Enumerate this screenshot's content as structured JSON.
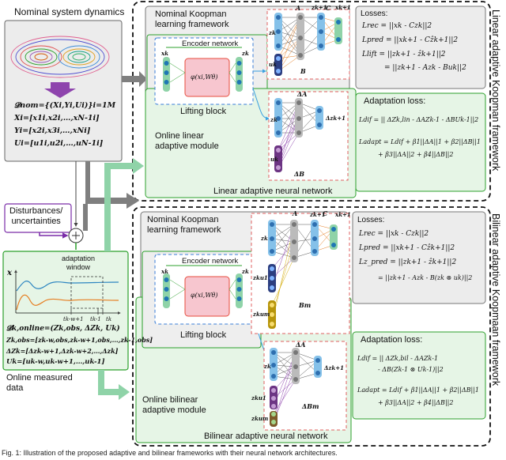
{
  "nominal": {
    "title": "Nominal system dynamics",
    "eq_D": "𝓓nom={(Xi,Yi,Ui)}i=1M",
    "eq_X": "Xi=[x1i,x2i,…,xN-1i]",
    "eq_Y": "Yi=[x2i,x3i,…,xNi]",
    "eq_U": "Ui=[u1i,u2i,…,uN-1i]"
  },
  "disturbances": "Disturbances/\nuncertainties",
  "online": {
    "adaptation_window": "adaptation\nwindow",
    "x_axis": "x",
    "t1": "tk-w+1",
    "t2": "tk-1",
    "t3": "tk",
    "eq_D": "𝓓k,online=(Zk,obs, ΔZk, Uk)",
    "eq_Z": "Zk,obs=[zk-w,obs,zk-w+1,obs,…,zk-1,obs]",
    "eq_dZ": "ΔZk=[Δzk-w+1,Δzk-w+2,…,Δzk]",
    "eq_U": "Uk=[uk-w,uk-w+1,…,uk-1]",
    "caption": "Online measured\ndata"
  },
  "linear": {
    "side_title": "Linear adaptive Koopman framework",
    "nominal_label": "Nominal Koopman\nlearning framework",
    "encoder": "Encoder network",
    "phi": "φ(xi,Wθ)",
    "lifting": "Lifting block",
    "online_module": "Online linear\nadaptive module",
    "adaptive_nn": "Linear adaptive neural network",
    "losses_title": "Losses:",
    "L_rec": "Lrec = ||xk - Czk||2",
    "L_pred": "Lpred = ||xk+1 - Cẑk+1||2",
    "L_lift1": "Llift = ||zk+1 - ẑk+1||2",
    "L_lift2": "= ||zk+1 - Azk - Buk||2",
    "adapt_title": "Adaptation loss:",
    "L_dif": "Ldif = || ΔZk,lin - ΔAZk-1 - ΔBUk-1||2",
    "L_adapt1": "Ladapt = Ldif + β1||ΔA||1 + β2||ΔB||1",
    "L_adapt2": "+ β3||ΔA||2 + β4||ΔB||2",
    "net_A": "A",
    "net_C": "C",
    "net_B": "B",
    "net_dA": "ΔA",
    "net_dB": "ΔB",
    "net_dz": "Δzk+1",
    "node_zk": "zk",
    "node_uk": "uk",
    "node_xk": "xk",
    "node_zk1": "zk+1",
    "node_xk1": "xk+1"
  },
  "bilinear": {
    "side_title": "Bilinear adaptive Koopmaan framework",
    "nominal_label": "Nominal Koopman\nlearning framework",
    "encoder": "Encoder network",
    "phi": "φ(xi,Wθ)",
    "lifting": "Lifting block",
    "online_module": "Online bilinear\nadaptive module",
    "adaptive_nn": "Bilinear adaptive neural network",
    "losses_title": "Losses:",
    "L_rec": "Lrec = ||xk - Czk||2",
    "L_pred": "Lpred = ||xk+1 - Cẑk+1||2",
    "L_lift1": "Lz_pred = ||zk+1 - ẑk+1||2",
    "L_lift2": "= ||zk+1 - Azk - B(zk ⊗ uk)||2",
    "adapt_title": "Adaptation loss:",
    "L_dif1": "Ldif = || ΔZk,bil - ΔAZk-1",
    "L_dif2": "- ΔB(Zk-1 ⊗ Uk-1)||2",
    "L_adapt1": "Ladapt = Ldif + β1||ΔA||1 + β2||ΔB||1",
    "L_adapt2": "+ β3||ΔA||2 + β4||ΔB||2",
    "net_A": "A",
    "net_C": "C",
    "net_Bm": "Bm",
    "net_dA": "ΔA",
    "net_dBm": "ΔBm",
    "net_dz": "Δzk+1",
    "node_zk": "zk",
    "node_zu1": "zku1",
    "node_zum": "zkum",
    "node_xk": "xk",
    "node_zk1": "zk+1",
    "node_xk1": "xk+1"
  },
  "caption": "Fig. 1: Illustration of the proposed adaptive and bilinear frameworks with their neural network architectures."
}
